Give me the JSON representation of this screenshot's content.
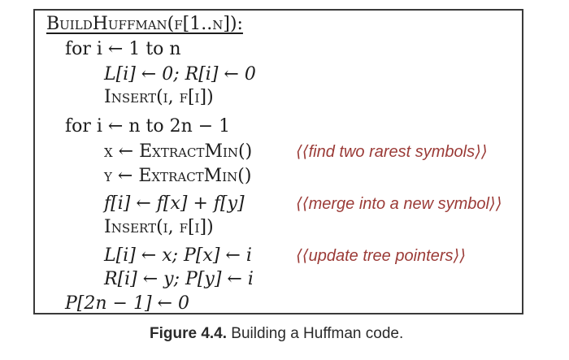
{
  "algorithm": {
    "title": "BuildHuffman(f[1..n]):",
    "lines": [
      {
        "text": "for i ← 1 to n",
        "indent": 1
      },
      {
        "text": "L[i] ← 0;  R[i] ← 0",
        "indent": 2
      },
      {
        "text": "Insert(i, f[i])",
        "indent": 2
      },
      {
        "text": "for i ← n to 2n − 1",
        "indent": 1
      },
      {
        "text": "x ← ExtractMin()",
        "indent": 2,
        "comment": "⟨⟨find two rarest symbols⟩⟩"
      },
      {
        "text": "y ← ExtractMin()",
        "indent": 2
      },
      {
        "text": "f[i] ← f[x] + f[y]",
        "indent": 2,
        "comment": "⟨⟨merge into a new symbol⟩⟩"
      },
      {
        "text": "Insert(i, f[i])",
        "indent": 2
      },
      {
        "text": "L[i] ← x;  P[x] ← i",
        "indent": 2,
        "comment": "⟨⟨update tree pointers⟩⟩"
      },
      {
        "text": "R[i] ← y;  P[y] ← i",
        "indent": 2
      },
      {
        "text": "P[2n − 1] ← 0",
        "indent": 1
      }
    ]
  },
  "caption": {
    "label": "Figure 4.4.",
    "text": " Building a Huffman code."
  },
  "colors": {
    "comment": "#9b3b37",
    "border": "#3a3a3a",
    "text": "#1c1c1c"
  }
}
